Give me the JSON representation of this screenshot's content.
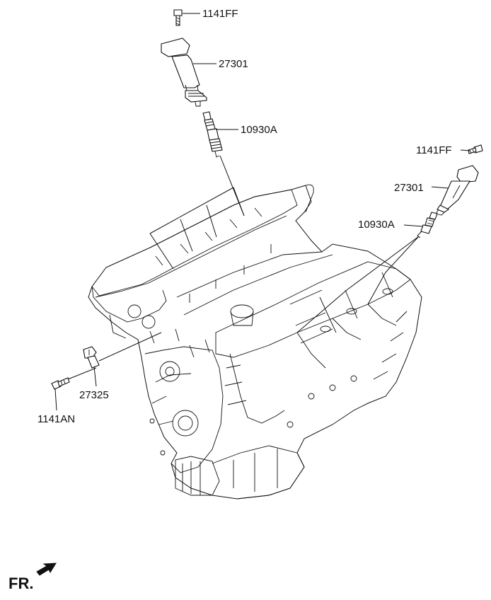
{
  "labels": {
    "bolt_top": "1141FF",
    "coil_top": "27301",
    "plug_top": "10930A",
    "bolt_right": "1141FF",
    "coil_right": "27301",
    "plug_right": "10930A",
    "sensor": "27325",
    "bolt_sensor": "1141AN"
  },
  "front_marker": {
    "text": "FR.",
    "icon": "arrow-icon"
  }
}
